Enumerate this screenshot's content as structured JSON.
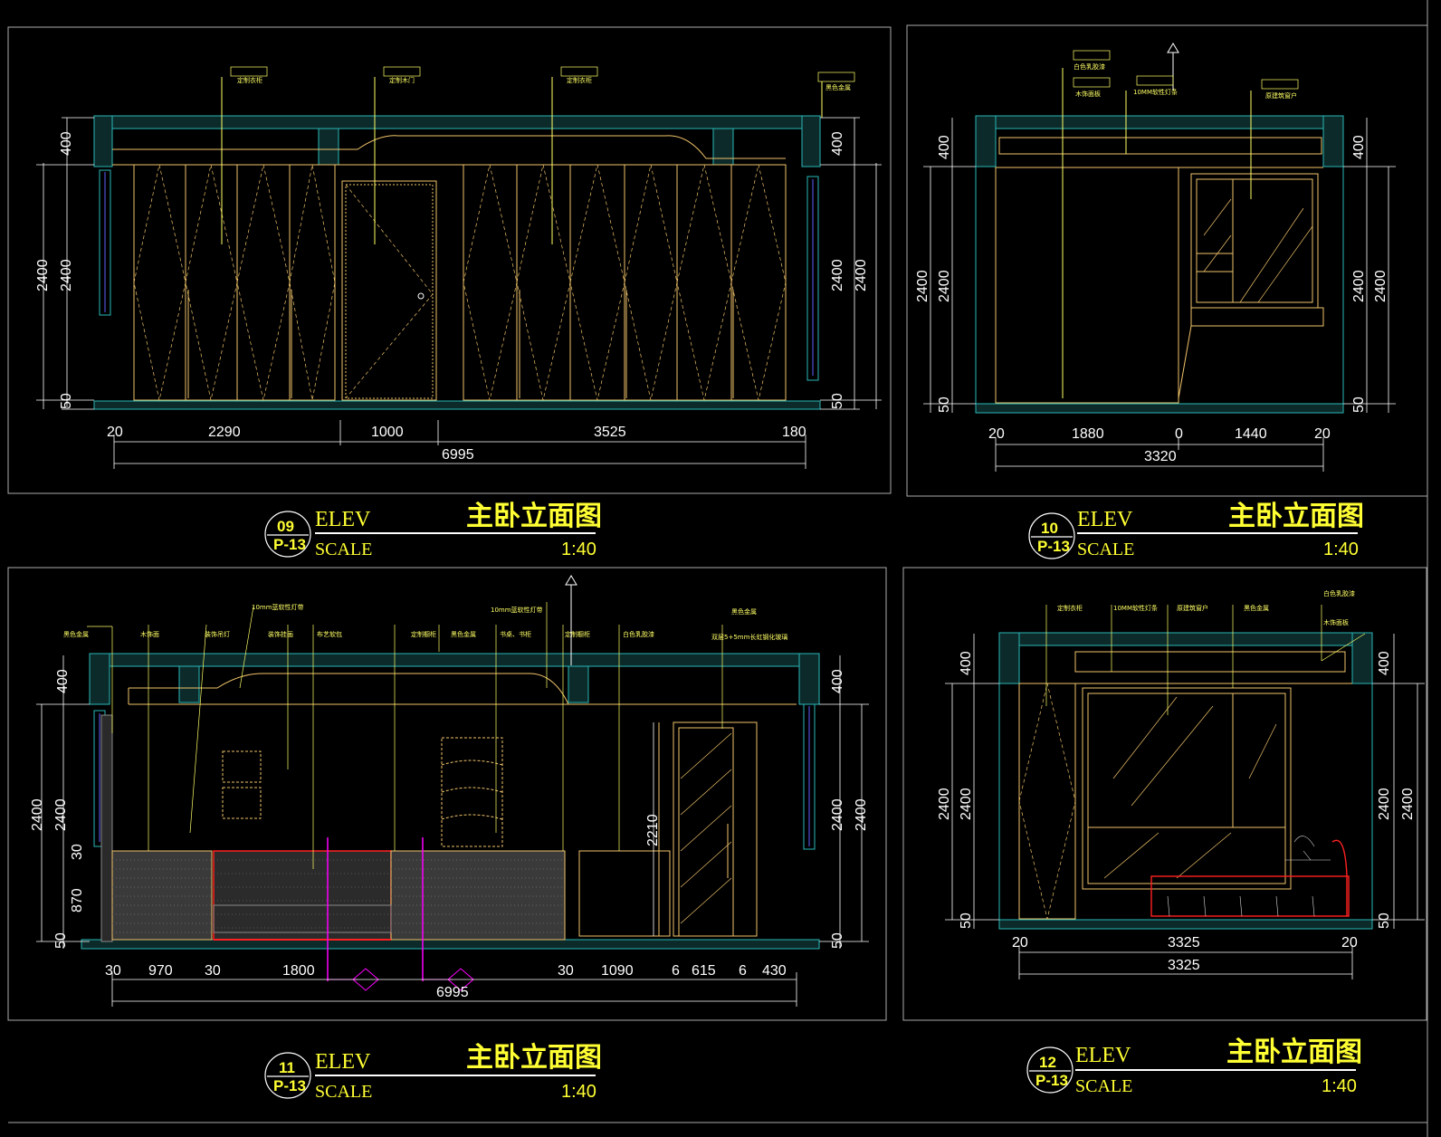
{
  "drawings": [
    {
      "id": "09",
      "sheet": "P-13",
      "elev": "ELEV",
      "title": "主卧立面图",
      "scale_label": "SCALE",
      "scale": "1:40",
      "dims_bottom": [
        "20",
        "2290",
        "1000",
        "3525",
        "180"
      ],
      "total": "6995",
      "dims_left": [
        "400",
        "2400",
        "2400",
        "50"
      ],
      "dims_right": [
        "400",
        "2400",
        "2400",
        "50"
      ],
      "tags": [
        "定制衣柜",
        "定制木门",
        "定制衣柜",
        "黑色金属"
      ]
    },
    {
      "id": "10",
      "sheet": "P-13",
      "elev": "ELEV",
      "title": "主卧立面图",
      "scale_label": "SCALE",
      "scale": "1:40",
      "dims_bottom": [
        "20",
        "1880",
        "0",
        "1440",
        "20"
      ],
      "total": "3320",
      "dims_left": [
        "400",
        "2400",
        "2400",
        "50"
      ],
      "dims_right": [
        "400",
        "2400",
        "2400",
        "50"
      ],
      "tags": [
        "白色乳胶漆",
        "木饰面板",
        "10MM软性灯条",
        "原建筑窗户"
      ]
    },
    {
      "id": "11",
      "sheet": "P-13",
      "elev": "ELEV",
      "title": "主卧立面图",
      "scale_label": "SCALE",
      "scale": "1:40",
      "dims_bottom": [
        "30",
        "970",
        "30",
        "1800",
        "30",
        "1090",
        "6",
        "615",
        "6",
        "430"
      ],
      "total": "6995",
      "dims_left": [
        "400",
        "2400",
        "2400",
        "30",
        "870",
        "50"
      ],
      "dims_right": [
        "400",
        "2400",
        "2400",
        "50"
      ],
      "height_mark": "2210",
      "tags": [
        "黑色金属",
        "木饰面",
        "装饰吊灯",
        "10mm蓝软性灯带",
        "装饰挂画",
        "布艺软包",
        "定制橱柜",
        "黑色金属",
        "10mm蓝软性灯带",
        "书桌、书柜",
        "定制橱柜",
        "白色乳胶漆",
        "黑色金属",
        "双层5+5mm长虹钢化玻璃"
      ]
    },
    {
      "id": "12",
      "sheet": "P-13",
      "elev": "ELEV",
      "title": "主卧立面图",
      "scale_label": "SCALE",
      "scale": "1:40",
      "dims_bottom": [
        "20",
        "3325",
        "20"
      ],
      "total": "3325",
      "dims_left": [
        "400",
        "2400",
        "2400",
        "50"
      ],
      "dims_right": [
        "400",
        "2400",
        "2400",
        "50"
      ],
      "tags": [
        "定制衣柜",
        "10MM软性灯条",
        "原建筑窗户",
        "黑色金属",
        "白色乳胶漆",
        "木饰面板"
      ]
    }
  ],
  "colors": {
    "wall": "#2ab7b7",
    "lines": "#f0c36a",
    "text": "#ffffff",
    "title": "#ffff33",
    "furniture": "#ff2020",
    "callout": "#ff00ff"
  }
}
